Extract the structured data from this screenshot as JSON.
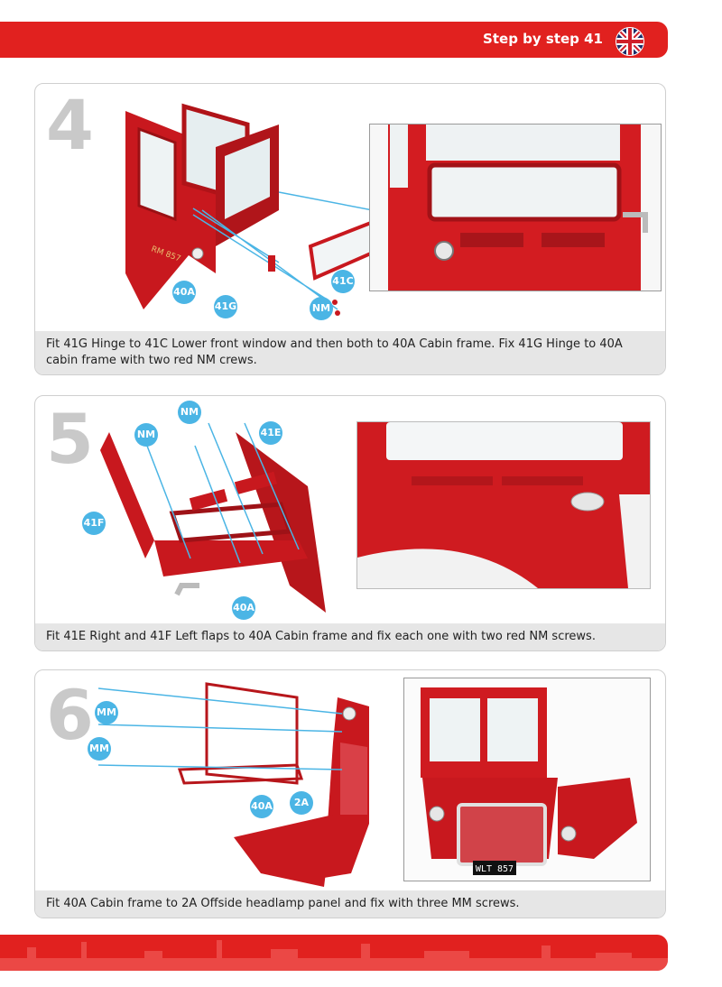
{
  "header": {
    "title": "Step by step 41",
    "flag_icon": "uk-flag-icon",
    "accent_color": "#e1211f"
  },
  "steps": [
    {
      "number": "4",
      "labels": [
        "40A",
        "41G",
        "NM",
        "41C"
      ],
      "caption": "Fit 41G Hinge to 41C Lower front window and then both to 40A Cabin frame. Fix 41G Hinge to 40A cabin frame with two red NM crews."
    },
    {
      "number": "5",
      "labels": [
        "NM",
        "NM",
        "41E",
        "41F",
        "40A"
      ],
      "caption": "Fit 41E Right and 41F Left flaps to 40A Cabin frame and fix each one with two red NM screws."
    },
    {
      "number": "6",
      "labels": [
        "MM",
        "MM",
        "40A",
        "2A"
      ],
      "plate_text": "WLT 857",
      "caption": "Fit 40A Cabin frame to 2A Offside headlamp panel and fix with three MM screws."
    }
  ],
  "panel1_plate": "RM 857",
  "label_color": "#4bb5e5"
}
